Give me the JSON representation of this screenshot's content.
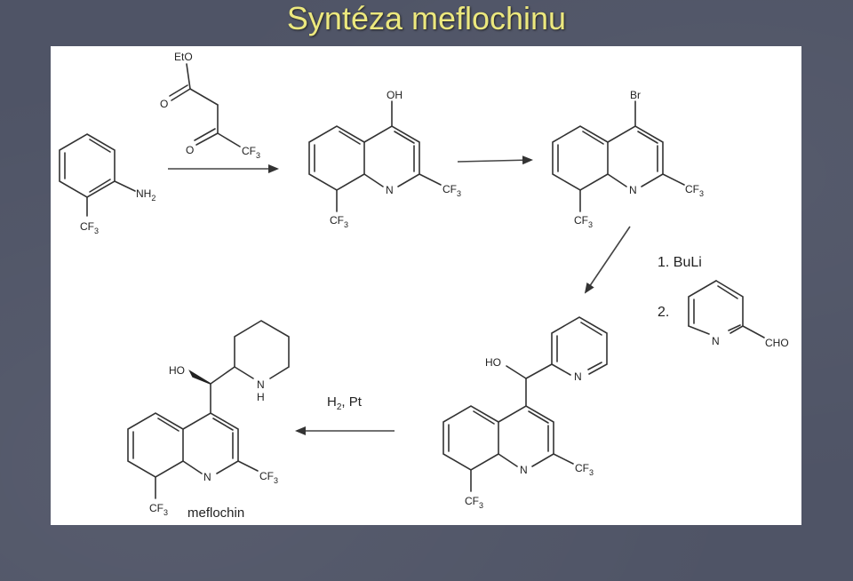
{
  "slide": {
    "title": "Syntéza meflochinu"
  },
  "scheme": {
    "labels": {
      "eto": "EtO",
      "o": "O",
      "oh": "OH",
      "br": "Br",
      "n": "N",
      "h": "H",
      "ho": "HO",
      "nh": "NH",
      "cf": "CF",
      "cho": "CHO",
      "sub2": "2",
      "sub3": "3"
    },
    "reagents": {
      "step1": "1. BuLi",
      "step2": "2.",
      "hydrogenation_h": "H",
      "hydrogenation_rest": ", Pt"
    },
    "product_name": "meflochin"
  }
}
